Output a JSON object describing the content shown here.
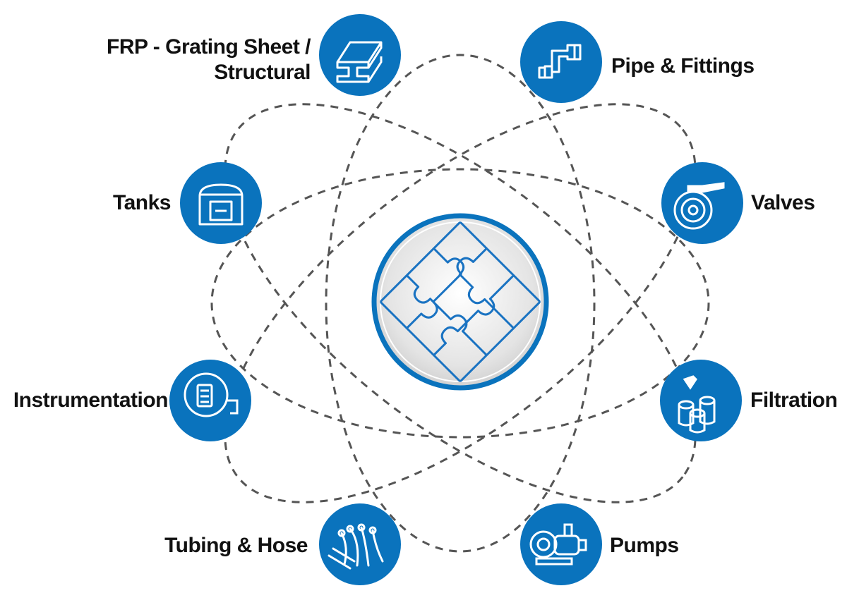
{
  "colors": {
    "node_fill": "#0a73bd",
    "icon_stroke": "#ffffff",
    "orbit_stroke": "#555555",
    "center_ring": "#0a73bd",
    "puzzle_stroke": "#1a73c2",
    "text": "#111111"
  },
  "center": {
    "icon": "puzzle-pieces-icon"
  },
  "nodes": [
    {
      "id": "frp",
      "label_lines": [
        "FRP - Grating Sheet /",
        "Structural"
      ],
      "icon": "i-beam-structural-icon"
    },
    {
      "id": "pipe",
      "label_lines": [
        "Pipe & Fittings"
      ],
      "icon": "pipe-fittings-icon"
    },
    {
      "id": "tanks",
      "label_lines": [
        "Tanks"
      ],
      "icon": "tank-icon"
    },
    {
      "id": "valves",
      "label_lines": [
        "Valves"
      ],
      "icon": "valve-icon"
    },
    {
      "id": "instrumentation",
      "label_lines": [
        "Instrumentation"
      ],
      "icon": "gauge-meter-icon"
    },
    {
      "id": "filtration",
      "label_lines": [
        "Filtration"
      ],
      "icon": "filter-cartridges-icon"
    },
    {
      "id": "tubing",
      "label_lines": [
        "Tubing & Hose"
      ],
      "icon": "tubing-hose-icon"
    },
    {
      "id": "pumps",
      "label_lines": [
        "Pumps"
      ],
      "icon": "pump-icon"
    }
  ]
}
